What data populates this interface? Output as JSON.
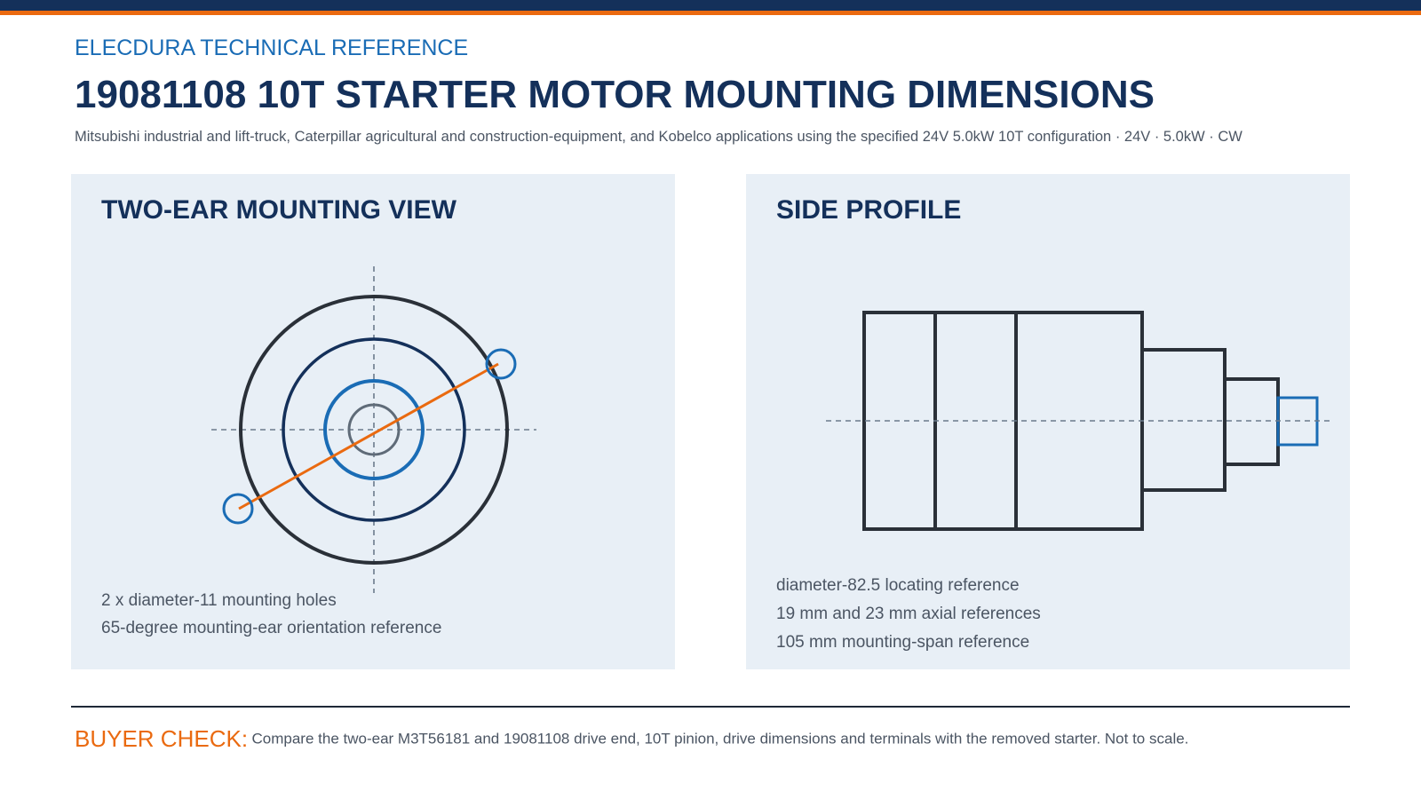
{
  "header": {
    "brand": "ELECDURA TECHNICAL REFERENCE",
    "title": "19081108 10T STARTER MOTOR MOUNTING DIMENSIONS",
    "subtitle": "Mitsubishi industrial and lift-truck, Caterpillar agricultural and construction-equipment, and Kobelco applications using the specified 24V 5.0kW 10T configuration · 24V · 5.0kW · CW"
  },
  "left_panel": {
    "title": "TWO-EAR MOUNTING VIEW",
    "notes": [
      "2 x diameter-11 mounting holes",
      "65-degree mounting-ear orientation reference"
    ]
  },
  "right_panel": {
    "title": "SIDE PROFILE",
    "notes": [
      "diameter-82.5 locating reference",
      "19 mm and 23 mm axial references",
      "105 mm mounting-span reference"
    ]
  },
  "footer": {
    "label": "BUYER CHECK:",
    "text": "Compare the two-ear M3T56181 and 19081108 drive end, 10T pinion, drive dimensions and terminals with the removed starter. Not to scale."
  },
  "colors": {
    "navy": "#14305a",
    "accent_orange": "#ea6a10",
    "accent_blue": "#1a6cb5",
    "outline": "#2a3038",
    "panel_bg": "#e8eff6"
  }
}
